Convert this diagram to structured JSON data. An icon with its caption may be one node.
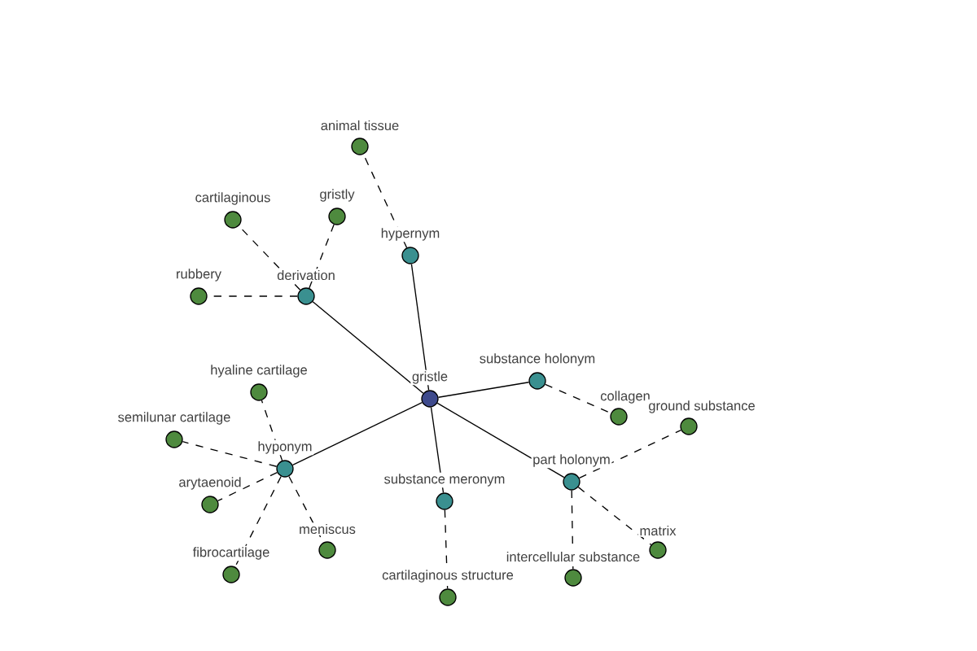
{
  "diagram": {
    "nodes": [
      {
        "text": [
          "gristle"
        ]
      },
      {
        "text": [
          "hypernym"
        ]
      },
      {
        "text": [
          "animal tissue"
        ]
      },
      {
        "text": [
          "derivation"
        ]
      },
      {
        "text": [
          "cartilaginous"
        ]
      },
      {
        "text": [
          "gristly"
        ]
      },
      {
        "text": [
          "rubbery"
        ]
      },
      {
        "text": [
          "hyponym"
        ]
      },
      {
        "text": [
          "hyaline cartilage"
        ]
      },
      {
        "text": [
          "semilunar cartilage"
        ]
      },
      {
        "text": [
          "arytaenoid"
        ]
      },
      {
        "text": [
          "fibrocartilage"
        ]
      },
      {
        "text": [
          "meniscus"
        ]
      },
      {
        "text": [
          "substance holonym"
        ]
      },
      {
        "text": [
          "collagen"
        ]
      },
      {
        "text": [
          "substance meronym"
        ]
      },
      {
        "text": [
          "cartilaginous structure"
        ]
      },
      {
        "text": [
          "part holonym"
        ]
      },
      {
        "text": [
          "ground substance"
        ]
      },
      {
        "text": [
          "intercellular substance"
        ]
      },
      {
        "text": [
          "matrix"
        ]
      }
    ],
    "edges": [
      {
        "from": 0,
        "to": 1,
        "arrow": "none"
      },
      {
        "from": 1,
        "to": 2,
        "arrow": "none",
        "style": "dashed"
      },
      {
        "from": 0,
        "to": 3,
        "arrow": "none"
      },
      {
        "from": 3,
        "to": 4,
        "arrow": "none",
        "style": "dashed"
      },
      {
        "from": 3,
        "to": 5,
        "arrow": "none",
        "style": "dashed"
      },
      {
        "from": 3,
        "to": 6,
        "arrow": "none",
        "style": "dashed"
      },
      {
        "from": 0,
        "to": 7,
        "arrow": "none"
      },
      {
        "from": 7,
        "to": 8,
        "arrow": "none",
        "style": "dashed"
      },
      {
        "from": 7,
        "to": 9,
        "arrow": "none",
        "style": "dashed"
      },
      {
        "from": 7,
        "to": 10,
        "arrow": "none",
        "style": "dashed"
      },
      {
        "from": 7,
        "to": 11,
        "arrow": "none",
        "style": "dashed"
      },
      {
        "from": 7,
        "to": 12,
        "arrow": "none",
        "style": "dashed"
      },
      {
        "from": 0,
        "to": 13,
        "arrow": "none"
      },
      {
        "from": 13,
        "to": 14,
        "arrow": "none",
        "style": "dashed"
      },
      {
        "from": 0,
        "to": 15,
        "arrow": "none"
      },
      {
        "from": 15,
        "to": 16,
        "arrow": "none",
        "style": "dashed"
      },
      {
        "from": 0,
        "to": 17,
        "arrow": "none"
      },
      {
        "from": 17,
        "to": 18,
        "arrow": "none",
        "style": "dashed"
      },
      {
        "from": 17,
        "to": 19,
        "arrow": "none",
        "style": "dashed"
      },
      {
        "from": 17,
        "to": 20,
        "arrow": "none",
        "style": "dashed"
      }
    ]
  }
}
